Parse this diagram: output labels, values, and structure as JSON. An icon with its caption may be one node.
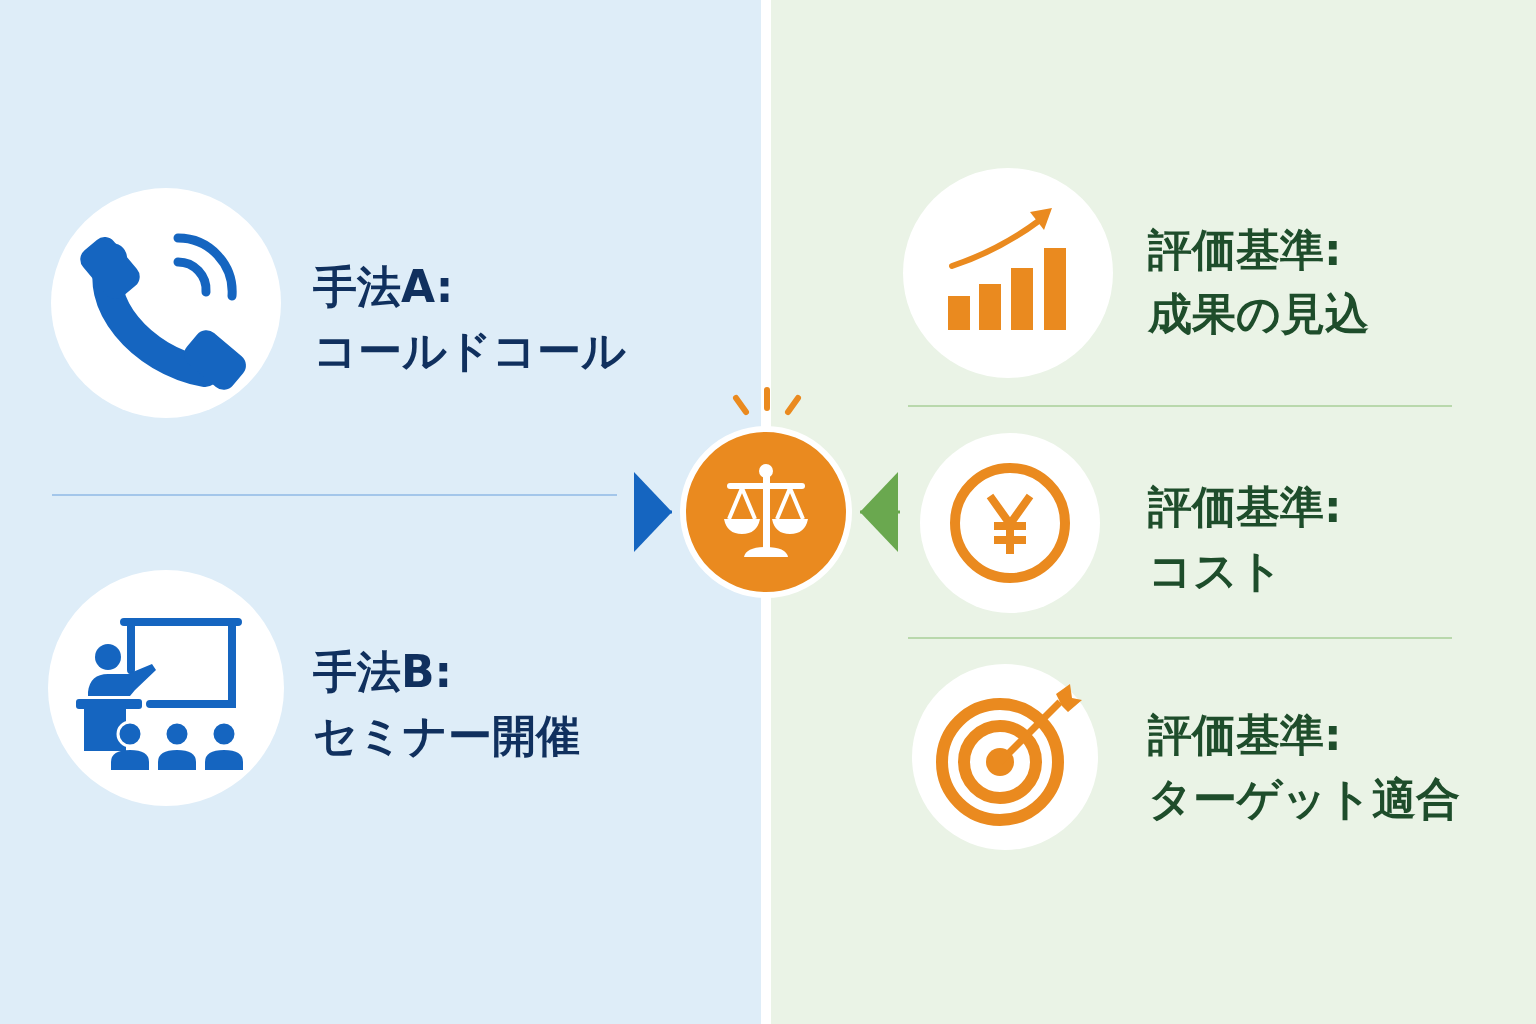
{
  "diagram": {
    "nodes": [
      {
        "text": [
          "手法A:",
          "コールドコール"
        ]
      },
      {
        "text": [
          "手法B:",
          "セミナー開催"
        ]
      },
      {
        "text": [],
        "shape": "circle"
      },
      {
        "text": [
          "評価基準:",
          "成果の見込"
        ]
      },
      {
        "text": [
          "評価基準:",
          "コスト"
        ]
      },
      {
        "text": [
          "評価基準:",
          "ターゲット適合"
        ]
      }
    ],
    "edges": [
      {
        "from": null,
        "to": 2,
        "arrow": "to",
        "color": "#1565c0"
      },
      {
        "from": null,
        "to": 2,
        "arrow": "to",
        "color": "#6aa84f"
      }
    ]
  }
}
